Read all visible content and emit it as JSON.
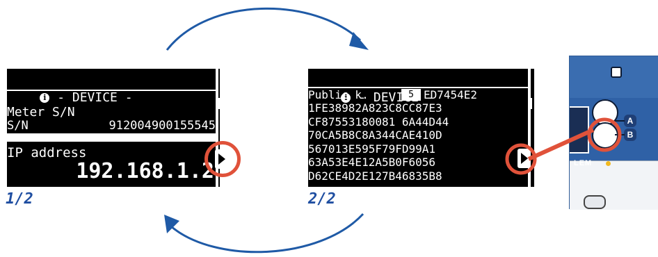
{
  "screen1": {
    "header": " - DEVICE -",
    "meter_label": "Meter S/N",
    "sn_label": "S/N",
    "sn_value": "912004900155545",
    "ip_label": "IP address",
    "ip_value": "192.168.1.2",
    "page_label": "1/2"
  },
  "screen2": {
    "header": " - DEVICE -",
    "pubkey_label": "Public k.",
    "pubkey_type": "5",
    "pubkey_lines": [
      "ED7454E2",
      "1FE38982A823C8CC87E3",
      "CF87553180081 6A44D44",
      "70CA5B8C8A344CAE410D",
      "567013E595F79FD99A1",
      "63A53E4E12A5B0F6056",
      "D62CE4D2E127B46835B8"
    ],
    "page_label": "2/2"
  },
  "device": {
    "brand": "LEM",
    "button_a": "A",
    "button_b": "B"
  },
  "colors": {
    "arrow_blue": "#1f5aa6",
    "highlight_red": "#e0523a",
    "badge_navy": "#1f3f76"
  }
}
